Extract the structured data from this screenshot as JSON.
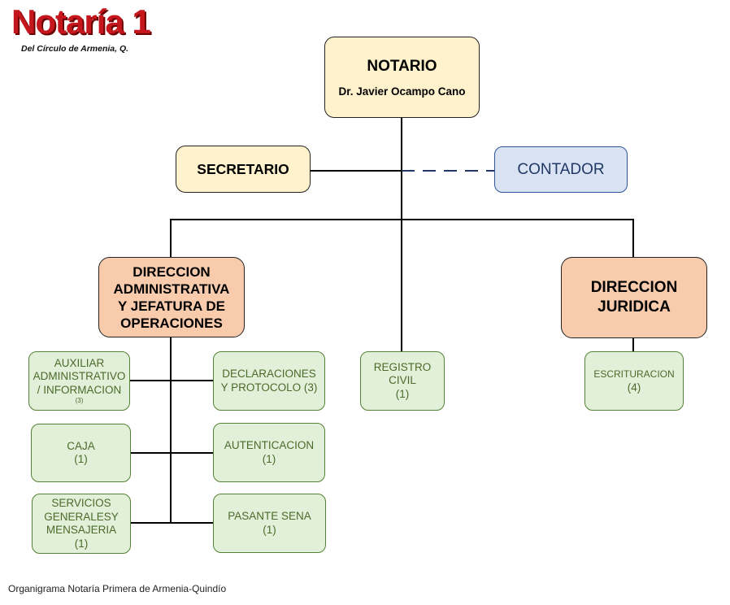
{
  "logo": {
    "title": "Notaría 1",
    "subtitle": "Del Círculo de Armenia, Q."
  },
  "notario": {
    "title": "NOTARIO",
    "name": "Dr. Javier Ocampo Cano"
  },
  "secretario": {
    "label": "SECRETARIO"
  },
  "contador": {
    "label": "CONTADOR"
  },
  "direccion_admin": {
    "line1": "DIRECCION",
    "line2": "ADMINISTRATIVA",
    "line3": "Y JEFATURA DE",
    "line4": "OPERACIONES"
  },
  "direccion_juridica": {
    "line1": "DIRECCION",
    "line2": "JURIDICA"
  },
  "auxiliar": {
    "line1": "AUXILIAR",
    "line2": "ADMINISTRATIVO",
    "line3": "/ INFORMACION",
    "count": "(3)"
  },
  "declaraciones": {
    "line1": "DECLARACIONES",
    "line2": "Y PROTOCOLO (3)"
  },
  "caja": {
    "line1": "CAJA",
    "count": "(1)"
  },
  "autenticacion": {
    "line1": "AUTENTICACION",
    "count": "(1)"
  },
  "servicios": {
    "line1": "SERVICIOS",
    "line2": "GENERALESY",
    "line3": "MENSAJERIA",
    "count": "(1)"
  },
  "pasante": {
    "line1": "PASANTE SENA",
    "count": "(1)"
  },
  "registro": {
    "line1": "REGISTRO",
    "line2": "CIVIL",
    "count": "(1)"
  },
  "escrituracion": {
    "line1": "ESCRITURACION",
    "count": "(4)"
  },
  "caption": "Organigrama Notaría Primera de Armenia-Quindío",
  "colors": {
    "yellow_fill": "#fff2cc",
    "blue_fill": "#dae3f3",
    "orange_fill": "#f8cbad",
    "green_fill": "#e2efd9",
    "logo_red": "#c4161c"
  }
}
